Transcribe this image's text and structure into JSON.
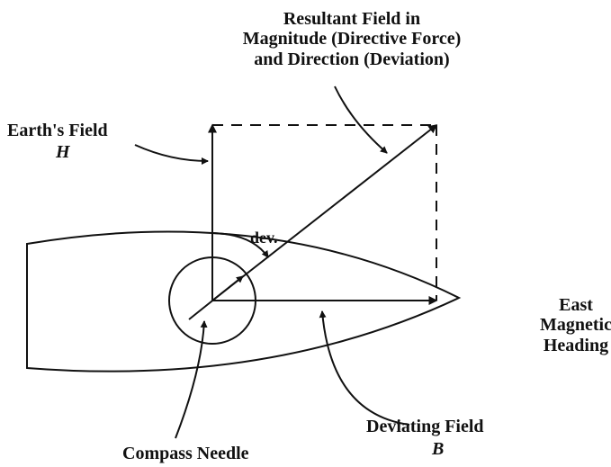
{
  "diagram": {
    "title_lines": [
      "Resultant Field in",
      "Magnitude (Directive Force)",
      "and Direction (Deviation)"
    ],
    "earth_field_label": "Earth's Field",
    "earth_field_symbol": "H",
    "deviation_label": "dev.",
    "east_lines": [
      "East",
      "Magnetic",
      "Heading"
    ],
    "deviating_field_label": "Deviating Field",
    "deviating_field_symbol": "B",
    "compass_needle_label": "Compass Needle"
  },
  "colors": {
    "ink": "#111111",
    "background": "#ffffff"
  }
}
